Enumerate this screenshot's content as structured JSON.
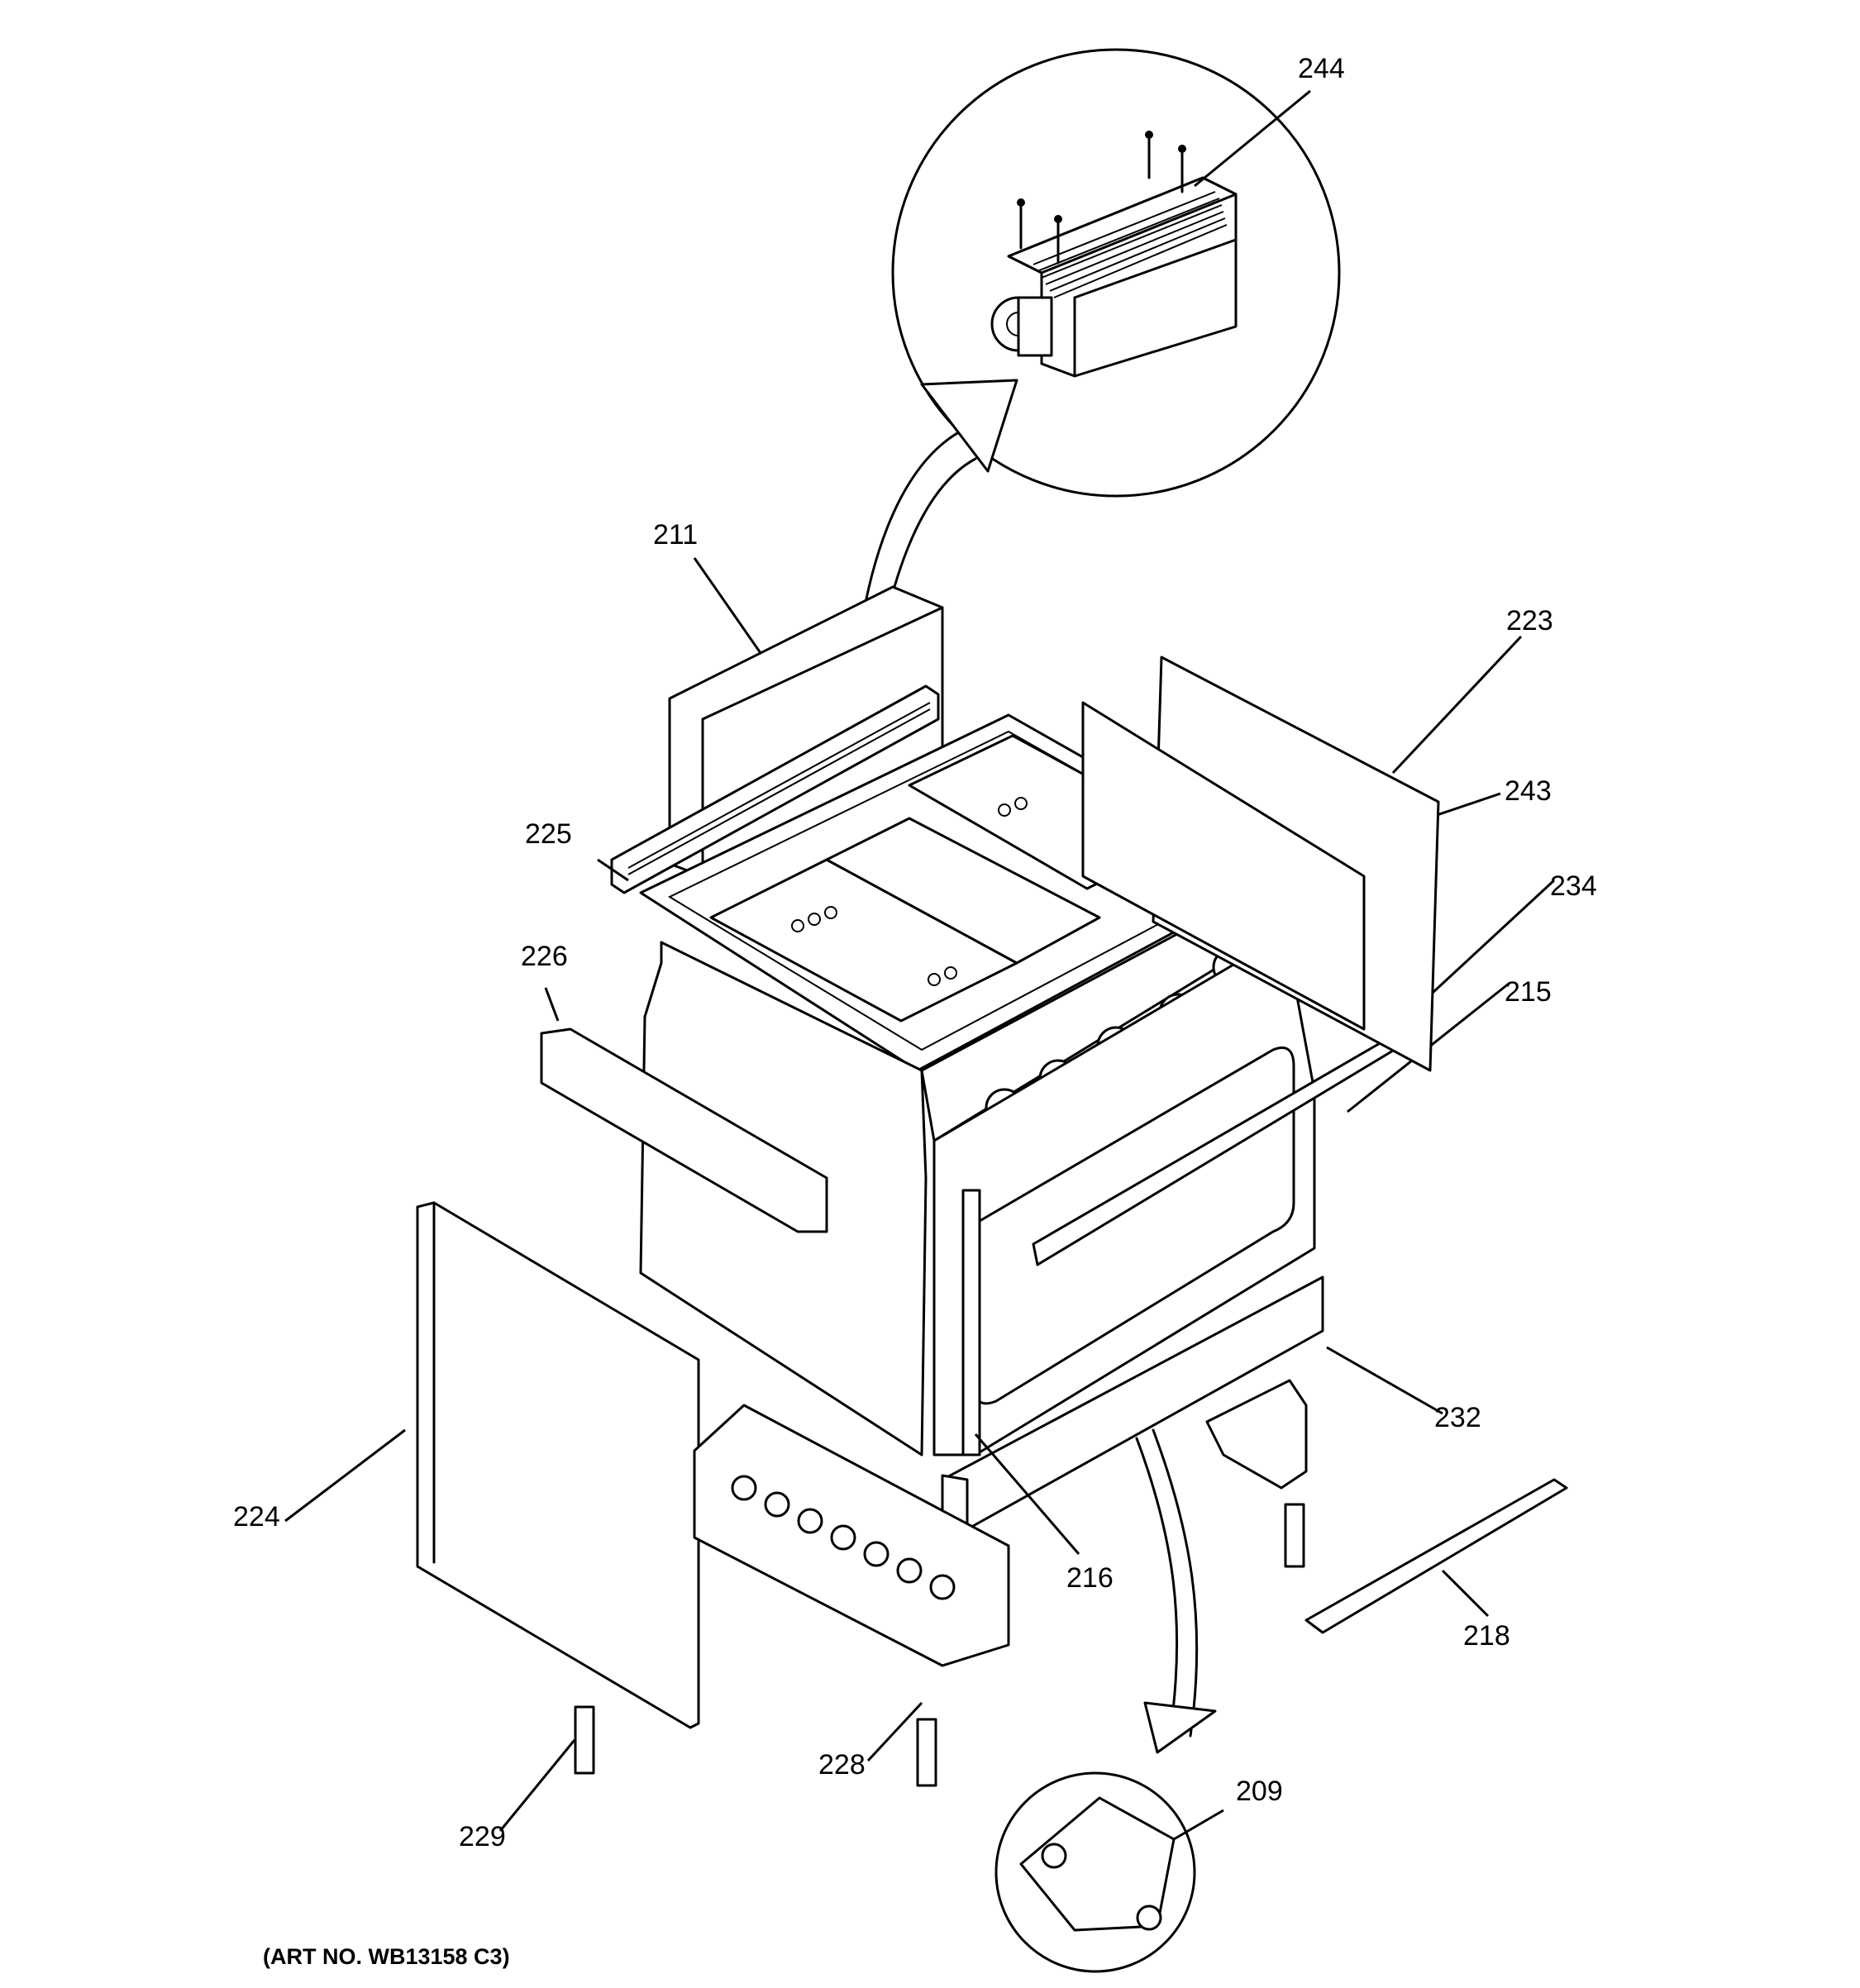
{
  "art_number": "(ART NO. WB13158 C3)",
  "callouts": [
    {
      "id": "244",
      "text": "244"
    },
    {
      "id": "211",
      "text": "211"
    },
    {
      "id": "223",
      "text": "223"
    },
    {
      "id": "243",
      "text": "243"
    },
    {
      "id": "225",
      "text": "225"
    },
    {
      "id": "234",
      "text": "234"
    },
    {
      "id": "226",
      "text": "226"
    },
    {
      "id": "215",
      "text": "215"
    },
    {
      "id": "232",
      "text": "232"
    },
    {
      "id": "224",
      "text": "224"
    },
    {
      "id": "216",
      "text": "216"
    },
    {
      "id": "218",
      "text": "218"
    },
    {
      "id": "228",
      "text": "228"
    },
    {
      "id": "209",
      "text": "209"
    },
    {
      "id": "229",
      "text": "229"
    }
  ]
}
